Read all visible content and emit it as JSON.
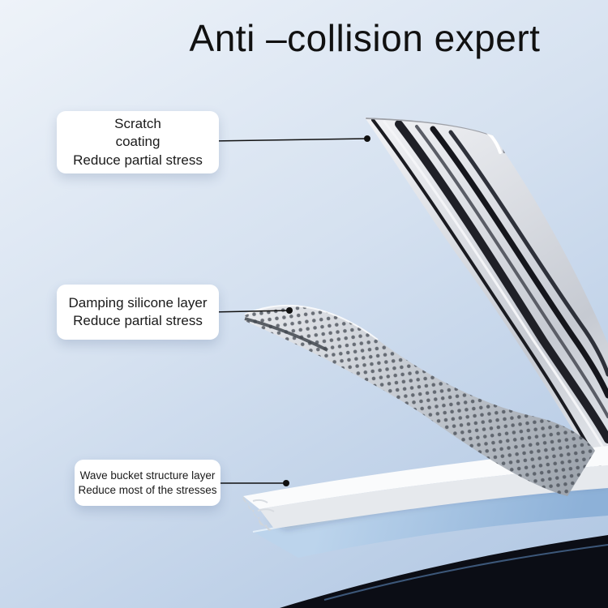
{
  "title": "Anti –collision expert",
  "callouts": {
    "scratch": {
      "text": "Scratch\ncoating\nReduce partial stress"
    },
    "damping": {
      "text": "Damping silicone layer\nReduce partial stress"
    },
    "wave": {
      "text": "Wave bucket structure layer\nReduce most of the stresses"
    }
  },
  "layers": [
    {
      "name": "scratch-coating-layer"
    },
    {
      "name": "damping-silicone-mesh-layer"
    },
    {
      "name": "wave-bucket-structure-layer"
    },
    {
      "name": "phone-body"
    }
  ],
  "colors": {
    "bg-top": "#eef3f9",
    "bg-bottom": "#aec5e2",
    "title": "#111111",
    "callout-bg": "#ffffff",
    "callout-text": "#1a1a1a",
    "leader": "#111111",
    "metal-light": "#f1f2f5",
    "metal-dark": "#1f2027",
    "mesh-silver": "#c3c8cf",
    "wave-white": "#fafbfc",
    "phone-frame-blue": "#9dbfe2",
    "phone-body-dark": "#0b0d15"
  }
}
